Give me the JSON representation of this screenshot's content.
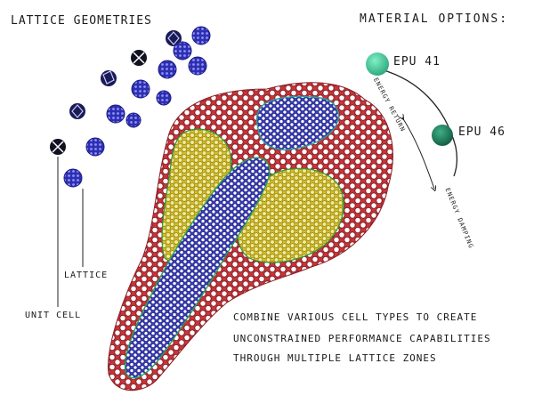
{
  "titles": {
    "lattice_geometries": "Lattice geometries",
    "material_options": "Material options:"
  },
  "materials": [
    {
      "name": "EPU 41",
      "color": "#3ccf9a"
    },
    {
      "name": "EPU 46",
      "color": "#1f7a5a"
    }
  ],
  "arrow_labels": {
    "top": "Energy return",
    "bottom": "Energy damping"
  },
  "cell_labels": {
    "unit_cell": "Unit cell",
    "lattice": "Lattice"
  },
  "caption": [
    "Combine various cell types to create",
    "unconstrained performance capabilities",
    "through multiple lattice zones"
  ],
  "colors": {
    "outer_zone": "#c8343a",
    "mid_zone": "#d6c22a",
    "core_zone": "#3b3fc0",
    "cell_sphere": "#2a2a9a",
    "unit_cell_sphere": "#111122"
  },
  "icons": {
    "unit_cells": [
      "unit-cell-icon",
      "unit-cell-icon",
      "unit-cell-icon",
      "unit-cell-icon"
    ],
    "lattices": [
      "lattice-sphere-icon",
      "lattice-sphere-icon",
      "lattice-sphere-icon",
      "lattice-sphere-icon",
      "lattice-sphere-icon",
      "lattice-sphere-icon",
      "lattice-sphere-icon",
      "lattice-sphere-icon",
      "lattice-sphere-icon",
      "lattice-sphere-icon"
    ]
  }
}
